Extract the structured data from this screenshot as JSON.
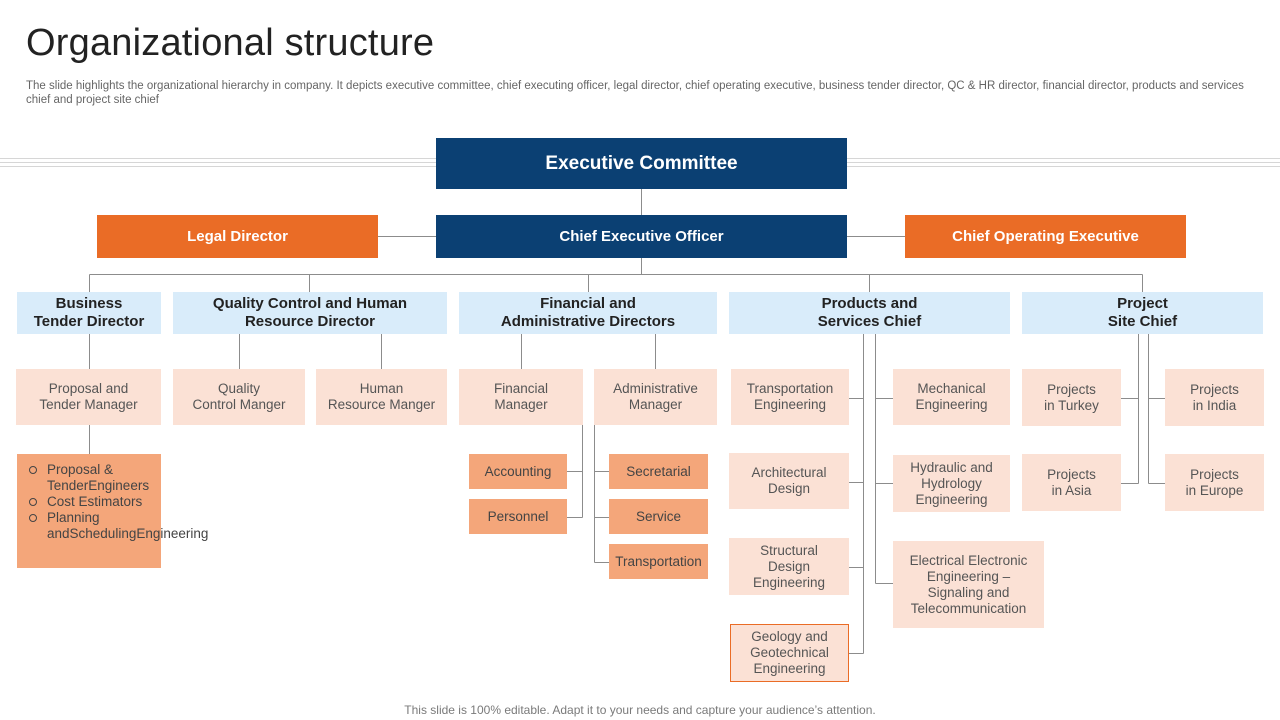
{
  "page": {
    "title": "Organizational structure",
    "subtitle": "The slide highlights the organizational hierarchy in company. It depicts executive committee, chief executing officer,  legal director, chief operating executive, business tender director, QC & HR director, financial director, products and services chief and project site chief",
    "footer": "This slide is 100% editable. Adapt it to your needs and capture your audience’s attention."
  },
  "colors": {
    "navy": "#0b4073",
    "orange": "#ea6c26",
    "light_blue": "#d9ecfa",
    "peach": "#fbe1d5",
    "salmon": "#f4a67a",
    "connector": "#8c8c8c"
  },
  "chart": {
    "executive_committee": "Executive Committee",
    "ceo": "Chief Executive Officer",
    "legal_director": "Legal Director",
    "coo": "Chief Operating Executive",
    "directors": {
      "business_tender": [
        "Business",
        "Tender Director"
      ],
      "qc_hr": [
        "Quality Control and Human",
        "Resource Director"
      ],
      "financial_admin": [
        "Financial and",
        "Administrative Directors"
      ],
      "products_services": [
        "Products and",
        "Services Chief"
      ],
      "project_site": [
        "Project",
        "Site Chief"
      ]
    },
    "business_tender": {
      "manager": [
        "Proposal and",
        "Tender  Manager"
      ],
      "duties": [
        [
          "Proposal & Tender",
          "Engineers"
        ],
        [
          "Cost Estimators"
        ],
        [
          "Planning and",
          "Scheduling",
          "Engineering"
        ]
      ]
    },
    "qc_hr": {
      "quality": [
        "Quality",
        "Control Manger"
      ],
      "hr": [
        "Human",
        "Resource Manger"
      ]
    },
    "financial_admin": {
      "financial_manager": [
        "Financial",
        "Manager"
      ],
      "admin_manager": [
        "Administrative",
        "Manager"
      ],
      "financial_units": [
        "Accounting",
        "Personnel"
      ],
      "admin_units": [
        "Secretarial",
        "Service",
        "Transportation"
      ]
    },
    "products_services": {
      "left": [
        [
          "Transportation",
          "Engineering"
        ],
        [
          "Architectural",
          "Design"
        ],
        [
          "Structural",
          "Design",
          "Engineering"
        ],
        [
          "Geology and",
          "Geotechnical",
          "Engineering"
        ]
      ],
      "right": [
        [
          "Mechanical",
          "Engineering"
        ],
        [
          "Hydraulic and",
          "Hydrology",
          "Engineering"
        ],
        [
          "Electrical Electronic",
          "Engineering –",
          "Signaling and",
          "Telecommunication"
        ]
      ]
    },
    "project_site": {
      "left": [
        [
          "Projects",
          "in Turkey"
        ],
        [
          "Projects",
          "in Asia"
        ]
      ],
      "right": [
        [
          "Projects",
          "in India"
        ],
        [
          "Projects",
          "in Europe"
        ]
      ]
    }
  }
}
